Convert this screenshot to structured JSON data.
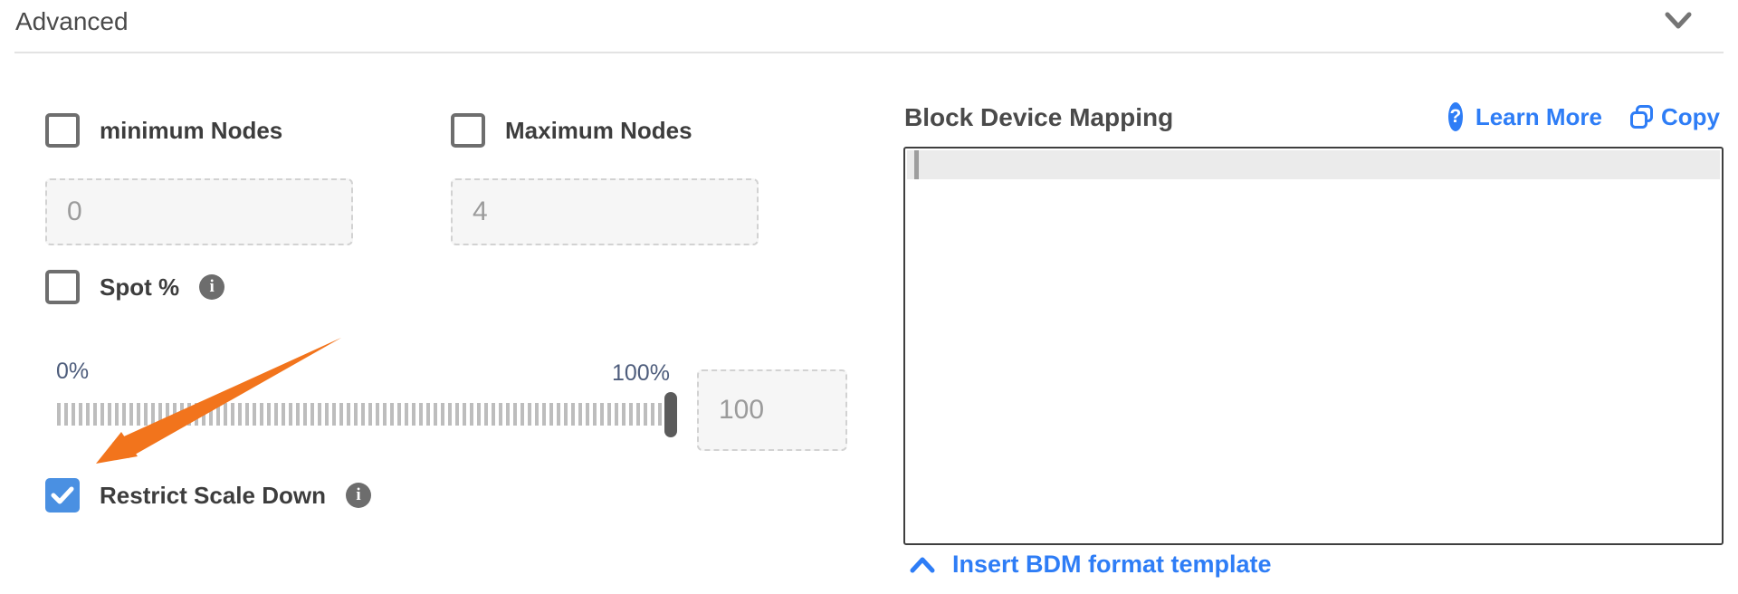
{
  "header": {
    "title": "Advanced"
  },
  "advanced": {
    "min_nodes": {
      "label": "minimum Nodes",
      "checked": false,
      "value": "0"
    },
    "max_nodes": {
      "label": "Maximum Nodes",
      "checked": false,
      "value": "4"
    },
    "spot": {
      "label": "Spot %",
      "checked": false
    },
    "slider": {
      "min_label": "0%",
      "max_label": "100%",
      "value": "100",
      "position_pct": 100
    },
    "restrict": {
      "label": "Restrict Scale Down",
      "checked": true
    }
  },
  "bdm": {
    "title": "Block Device Mapping",
    "learn_more_label": "Learn More",
    "copy_label": "Copy",
    "insert_template_label": "Insert BDM format template",
    "editor_content": ""
  },
  "icons": {
    "header_collapse": "chevron-down-icon",
    "spot_help": "info-icon",
    "restrict_help": "info-icon",
    "learn_more": "question-circle-icon",
    "copy": "copy-icon",
    "insert_toggle": "chevron-up-icon",
    "annotation": "orange-arrow-annotation"
  },
  "colors": {
    "accent_blue": "#2e7df6",
    "checkbox_checked_blue": "#4a90e2",
    "arrow_orange": "#f2741c",
    "label_text": "#3d3d3d",
    "muted_value_text": "#9b9b9b",
    "slider_label_text": "#4e5d7c",
    "editor_border": "#3f3f3f",
    "highlight_line": "#ebebeb"
  }
}
